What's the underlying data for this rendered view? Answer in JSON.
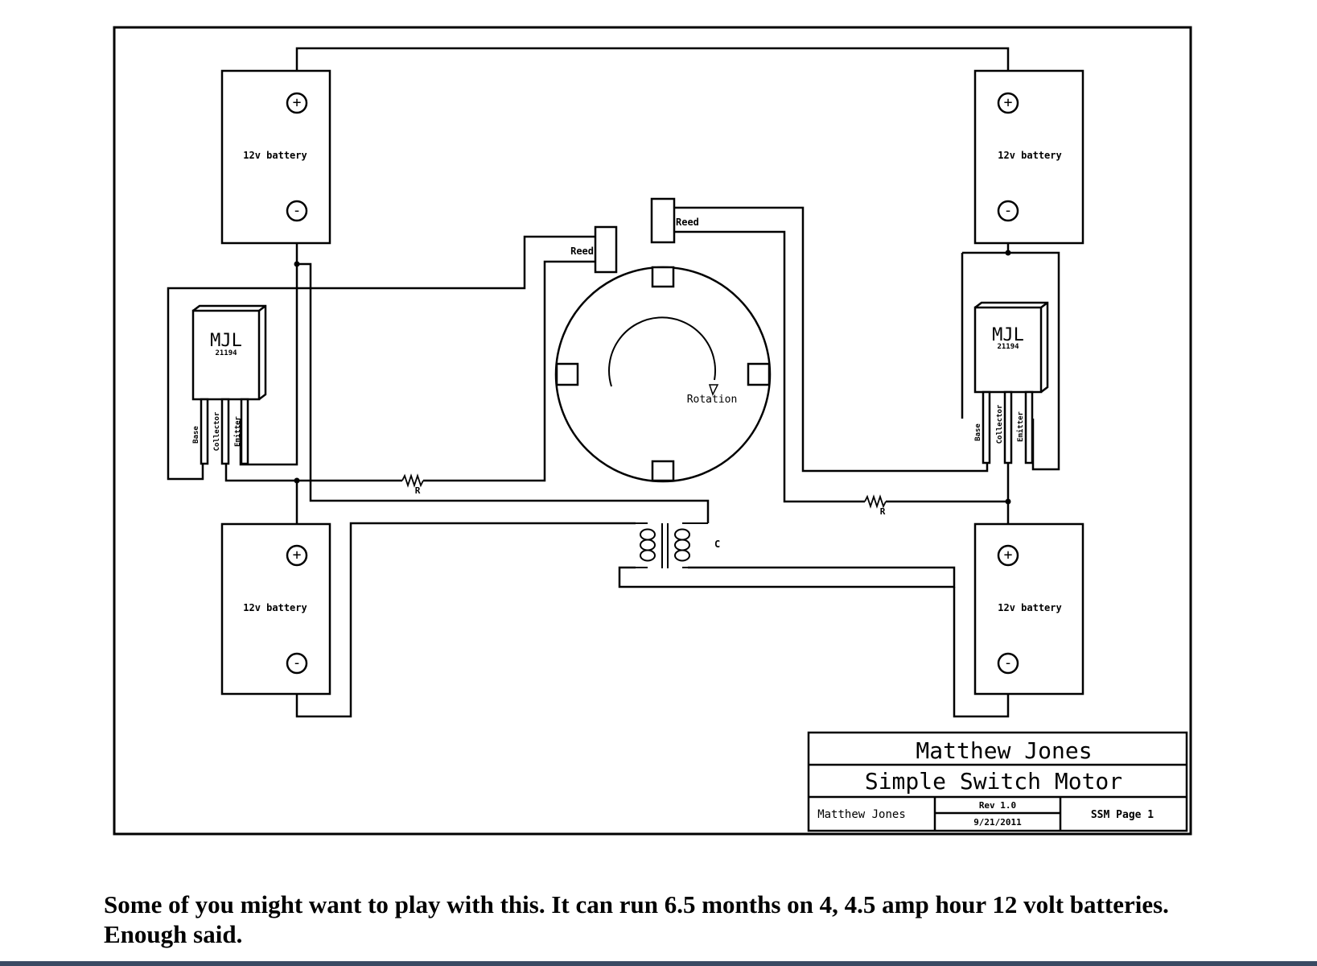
{
  "diagram": {
    "batteries": [
      {
        "label": "12v battery",
        "pos": "+",
        "neg": "-"
      },
      {
        "label": "12v battery",
        "pos": "+",
        "neg": "-"
      },
      {
        "label": "12v battery",
        "pos": "+",
        "neg": "-"
      },
      {
        "label": "12v battery",
        "pos": "+",
        "neg": "-"
      }
    ],
    "transistors": [
      {
        "name": "MJL",
        "part": "21194",
        "pins": [
          "Base",
          "Collector",
          "Emitter"
        ]
      },
      {
        "name": "MJL",
        "part": "21194",
        "pins": [
          "Base",
          "Collector",
          "Emitter"
        ]
      }
    ],
    "reed_left": "Reed",
    "reed_right": "Reed",
    "rotation_label": "Rotation",
    "resistor_left": "R",
    "resistor_right": "R",
    "coil_label": "C"
  },
  "title_block": {
    "author": "Matthew Jones",
    "title": "Simple Switch Motor",
    "drawn_by": "Matthew Jones",
    "revision": "Rev 1.0",
    "date": "9/21/2011",
    "page": "SSM Page 1"
  },
  "caption": "Some of you might want to play with this. It can run 6.5 months on 4, 4.5 amp hour 12 volt batteries. Enough said."
}
